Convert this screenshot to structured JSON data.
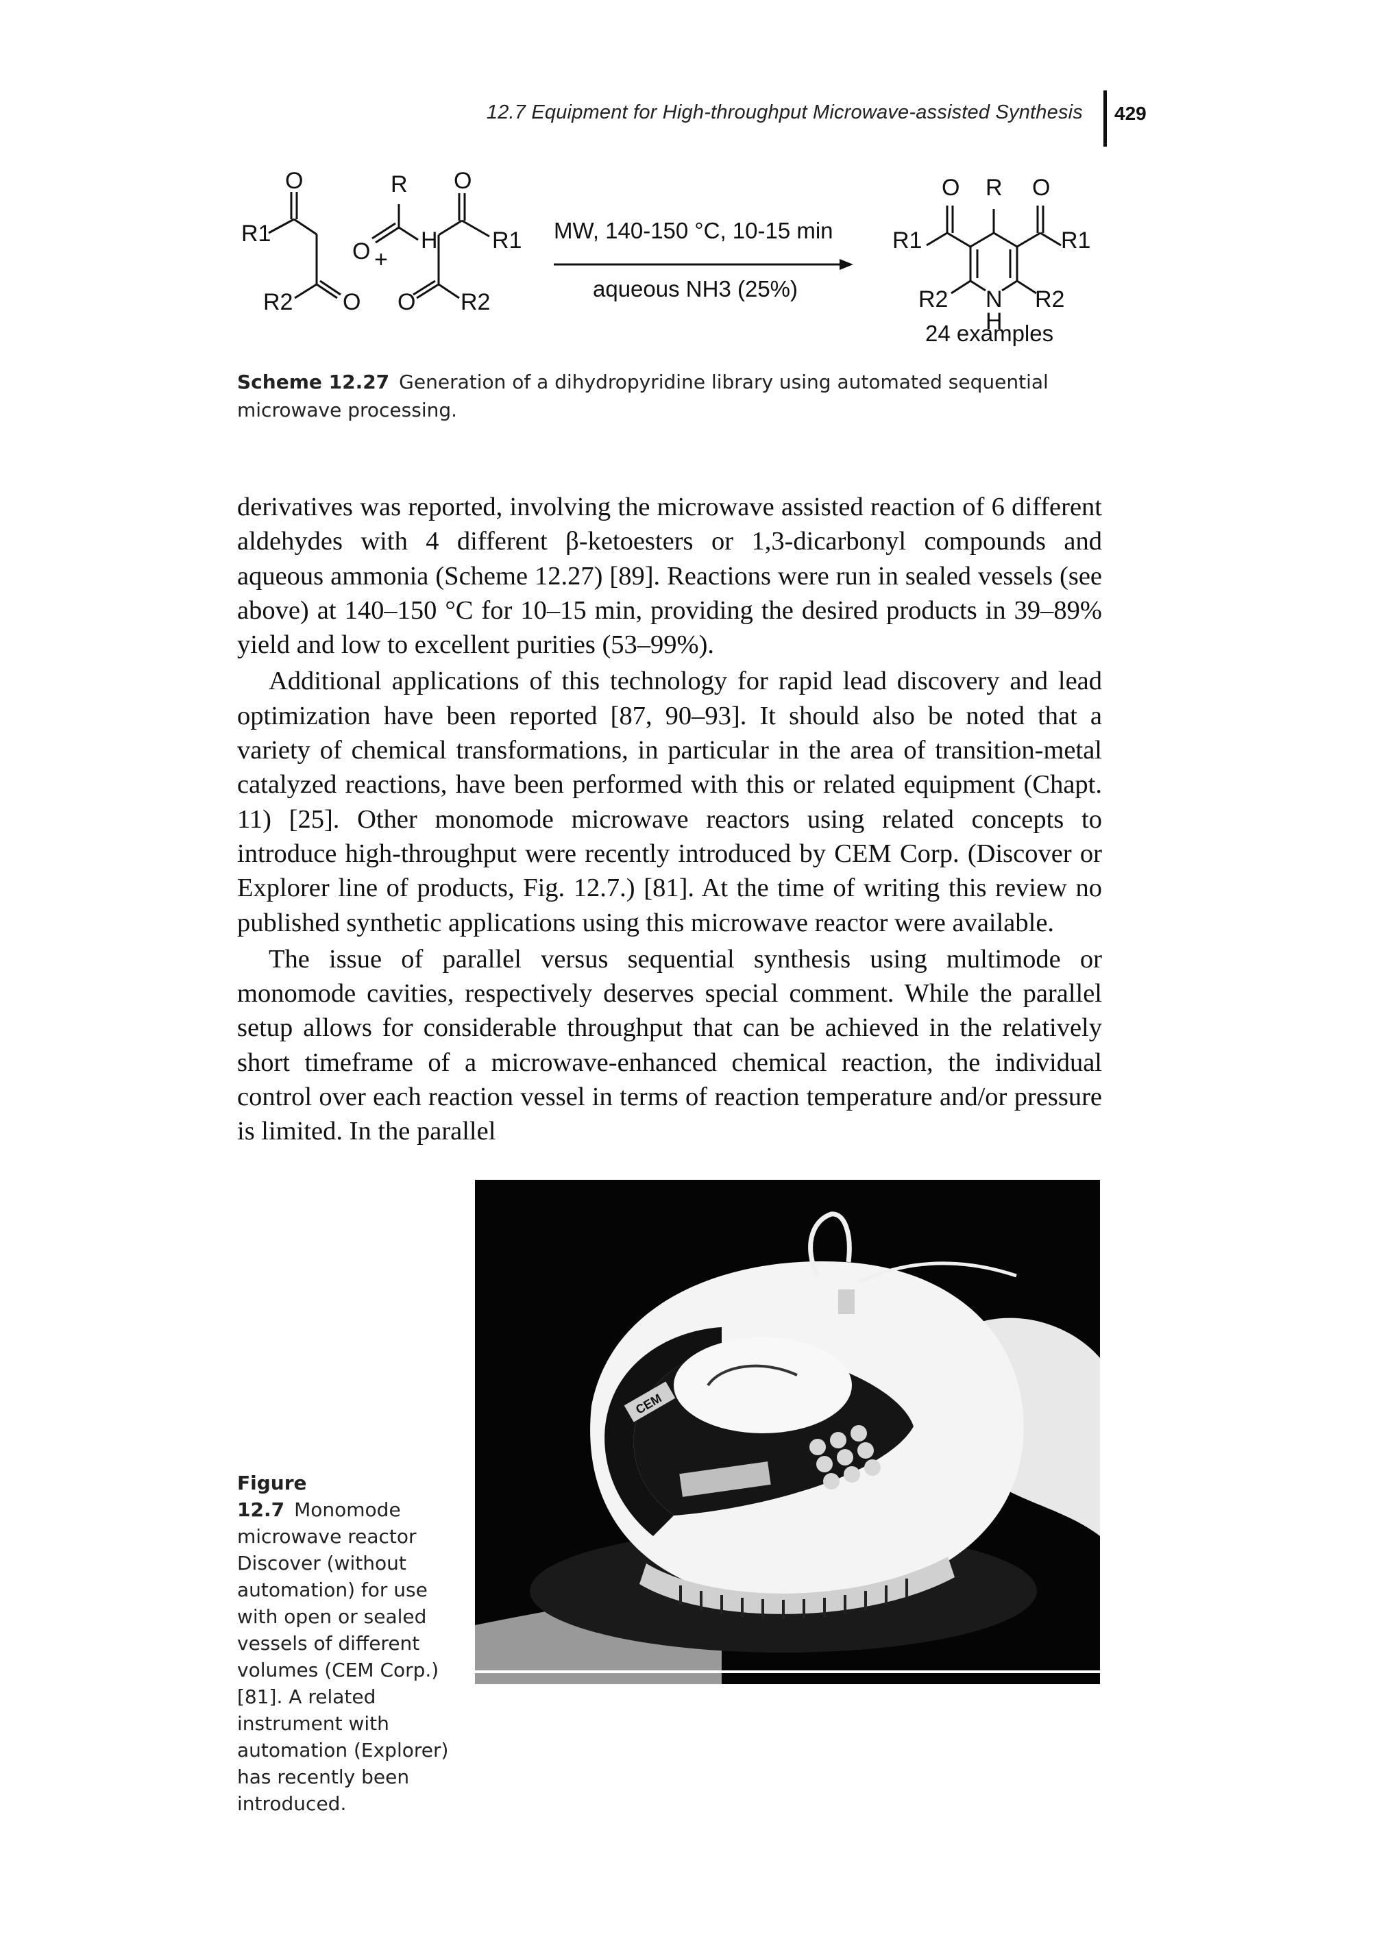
{
  "header": {
    "running_head": "12.7 Equipment for High-throughput Microwave-assisted Synthesis",
    "page_number": "429"
  },
  "scheme": {
    "atoms": {
      "O": "O",
      "R": "R",
      "H": "H",
      "N": "N",
      "R1": "R1",
      "R2": "R2",
      "plus": "+"
    },
    "conditions_top": "MW, 140-150 °C, 10-15 min",
    "conditions_bottom": "aqueous NH3 (25%)",
    "product_note": "24 examples"
  },
  "scheme_caption": {
    "label": "Scheme 12.27",
    "text": "Generation of a dihydropyridine library using automated sequential microwave processing."
  },
  "body": {
    "paragraphs": [
      "derivatives was reported, involving the microwave assisted reaction of 6 different aldehydes with 4 different β-ketoesters or 1,3-dicarbonyl compounds and aqueous ammonia (Scheme 12.27) [89]. Reactions were run in sealed vessels (see above) at 140–150 °C for 10–15 min, providing the desired products in 39–89% yield and low to excellent purities (53–99%).",
      "Additional applications of this technology for rapid lead discovery and lead optimization have been reported [87, 90–93]. It should also be noted that a variety of chemical transformations, in particular in the area of transition-metal catalyzed reactions, have been performed with this or related equipment (Chapt. 11) [25]. Other monomode microwave reactors using related concepts to introduce high-throughput were recently introduced by CEM Corp. (Discover or Explorer line of products, Fig. 12.7.) [81]. At the time of writing this review no published synthetic applications using this microwave reactor were available.",
      "The issue of parallel versus sequential synthesis using multimode or monomode cavities, respectively deserves special comment. While the parallel setup allows for considerable throughput that can be achieved in the relatively short timeframe of a microwave-enhanced chemical reaction, the individual control over each reaction vessel in terms of reaction temperature and/or pressure is limited. In the parallel"
    ]
  },
  "figure": {
    "label": "Figure 12.7",
    "caption": "Monomode microwave reactor Discover (without automation) for use with open or sealed vessels of different volumes (CEM Corp.) [81]. A related instrument with automation (Explorer) has recently been introduced.",
    "photo_logo_text": "CEM"
  }
}
